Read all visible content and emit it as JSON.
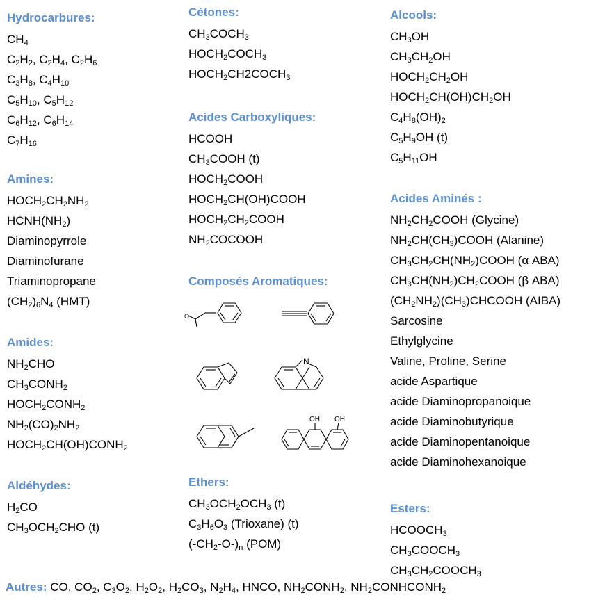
{
  "col1": {
    "hydro": {
      "title": "Hydrocarbures:",
      "items": [
        "CH<sub>4</sub>",
        "C<sub>2</sub>H<sub>2</sub>, C<sub>2</sub>H<sub>4</sub>, C<sub>2</sub>H<sub>6</sub>",
        "C<sub>3</sub>H<sub>8</sub>, C<sub>4</sub>H<sub>10</sub>",
        "C<sub>5</sub>H<sub>10</sub>, C<sub>5</sub>H<sub>12</sub>",
        "C<sub>6</sub>H<sub>12</sub>, C<sub>6</sub>H<sub>14</sub>",
        "C<sub>7</sub>H<sub>16</sub>"
      ]
    },
    "amines": {
      "title": "Amines:",
      "items": [
        "HOCH<sub>2</sub>CH<sub>2</sub>NH<sub>2</sub>",
        "HCNH(NH<sub>2</sub>)",
        "Diaminopyrrole",
        "Diaminofurane",
        "Triaminopropane",
        "(CH<sub>2</sub>)<sub>6</sub>N<sub>4</sub> (HMT)"
      ]
    },
    "amides": {
      "title": "Amides:",
      "items": [
        "NH<sub>2</sub>CHO",
        "CH<sub>3</sub>CONH<sub>2</sub>",
        "HOCH<sub>2</sub>CONH<sub>2</sub>",
        "NH<sub>2</sub>(CO)<sub>2</sub>NH<sub>2</sub>",
        "HOCH<sub>2</sub>CH(OH)CONH<sub>2</sub>"
      ]
    },
    "aldehydes": {
      "title": "Aldéhydes:",
      "items": [
        "H<sub>2</sub>CO",
        "CH<sub>3</sub>OCH<sub>2</sub>CHO (t)"
      ]
    }
  },
  "col2": {
    "cetones": {
      "title": "Cétones:",
      "items": [
        "CH<sub>3</sub>COCH<sub>3</sub>",
        "HOCH<sub>2</sub>COCH<sub>3</sub>",
        "HOCH<sub>2</sub>CH2COCH<sub>3</sub>"
      ]
    },
    "acides": {
      "title": "Acides Carboxyliques:",
      "items": [
        "HCOOH",
        "CH<sub>3</sub>COOH (t)",
        "HOCH<sub>2</sub>COOH",
        "HOCH<sub>2</sub>CH(OH)COOH",
        "HOCH<sub>2</sub>CH<sub>2</sub>COOH",
        "NH<sub>2</sub>COCOOH"
      ]
    },
    "aromatiques": {
      "title": "Composés Aromatiques:",
      "oh1": "OH",
      "oh2": "OH",
      "n": "N",
      "o": "O"
    },
    "ethers": {
      "title": "Ethers:",
      "items": [
        "CH<sub>3</sub>OCH<sub>2</sub>OCH<sub>3</sub> (t)",
        "C<sub>3</sub>H<sub>6</sub>O<sub>3</sub> (Trioxane) (t)",
        "(-CH<sub>2</sub>-O-)<sub>n</sub> (POM)"
      ]
    }
  },
  "col3": {
    "alcools": {
      "title": "Alcools:",
      "items": [
        "CH<sub>3</sub>OH",
        "CH<sub>3</sub>CH<sub>2</sub>OH",
        "HOCH<sub>2</sub>CH<sub>2</sub>OH",
        "HOCH<sub>2</sub>CH(OH)CH<sub>2</sub>OH",
        "C<sub>4</sub>H<sub>8</sub>(OH)<sub>2</sub>",
        "C<sub>5</sub>H<sub>9</sub>OH (t)",
        "C<sub>5</sub>H<sub>11</sub>OH"
      ]
    },
    "amines": {
      "title": "Acides Aminés :",
      "items": [
        "NH<sub>2</sub>CH<sub>2</sub>COOH (Glycine)",
        "NH<sub>2</sub>CH(CH<sub>3</sub>)COOH (Alanine)",
        "CH<sub>3</sub>CH<sub>2</sub>CH(NH<sub>2</sub>)COOH (α ABA)",
        "CH<sub>3</sub>CH(NH<sub>2</sub>)CH<sub>2</sub>COOH (β ABA)",
        "(CH<sub>2</sub>NH<sub>2</sub>)(CH<sub>3</sub>)CHCOOH (AIBA)",
        "Sarcosine",
        "Ethylglycine",
        "Valine, Proline, Serine",
        " acide Aspartique",
        "acide Diaminopropanoique",
        "acide Diaminobutyrique",
        "acide Diaminopentanoique",
        "acide Diaminohexanoique"
      ]
    },
    "esters": {
      "title": "Esters:",
      "items": [
        "HCOOCH<sub>3</sub>",
        "CH<sub>3</sub>COOCH<sub>3</sub>",
        "CH<sub>3</sub>CH<sub>2</sub>COOCH<sub>3</sub>"
      ]
    }
  },
  "footer": {
    "title": "Autres:",
    "text": " CO, CO<sub>2</sub>, C<sub>3</sub>O<sub>2</sub>, H<sub>2</sub>O<sub>2</sub>, H<sub>2</sub>CO<sub>3</sub>, N<sub>2</sub>H<sub>4</sub>, HNCO, NH<sub>2</sub>CONH<sub>2</sub>, NH<sub>2</sub>CONHCONH<sub>2</sub>"
  }
}
